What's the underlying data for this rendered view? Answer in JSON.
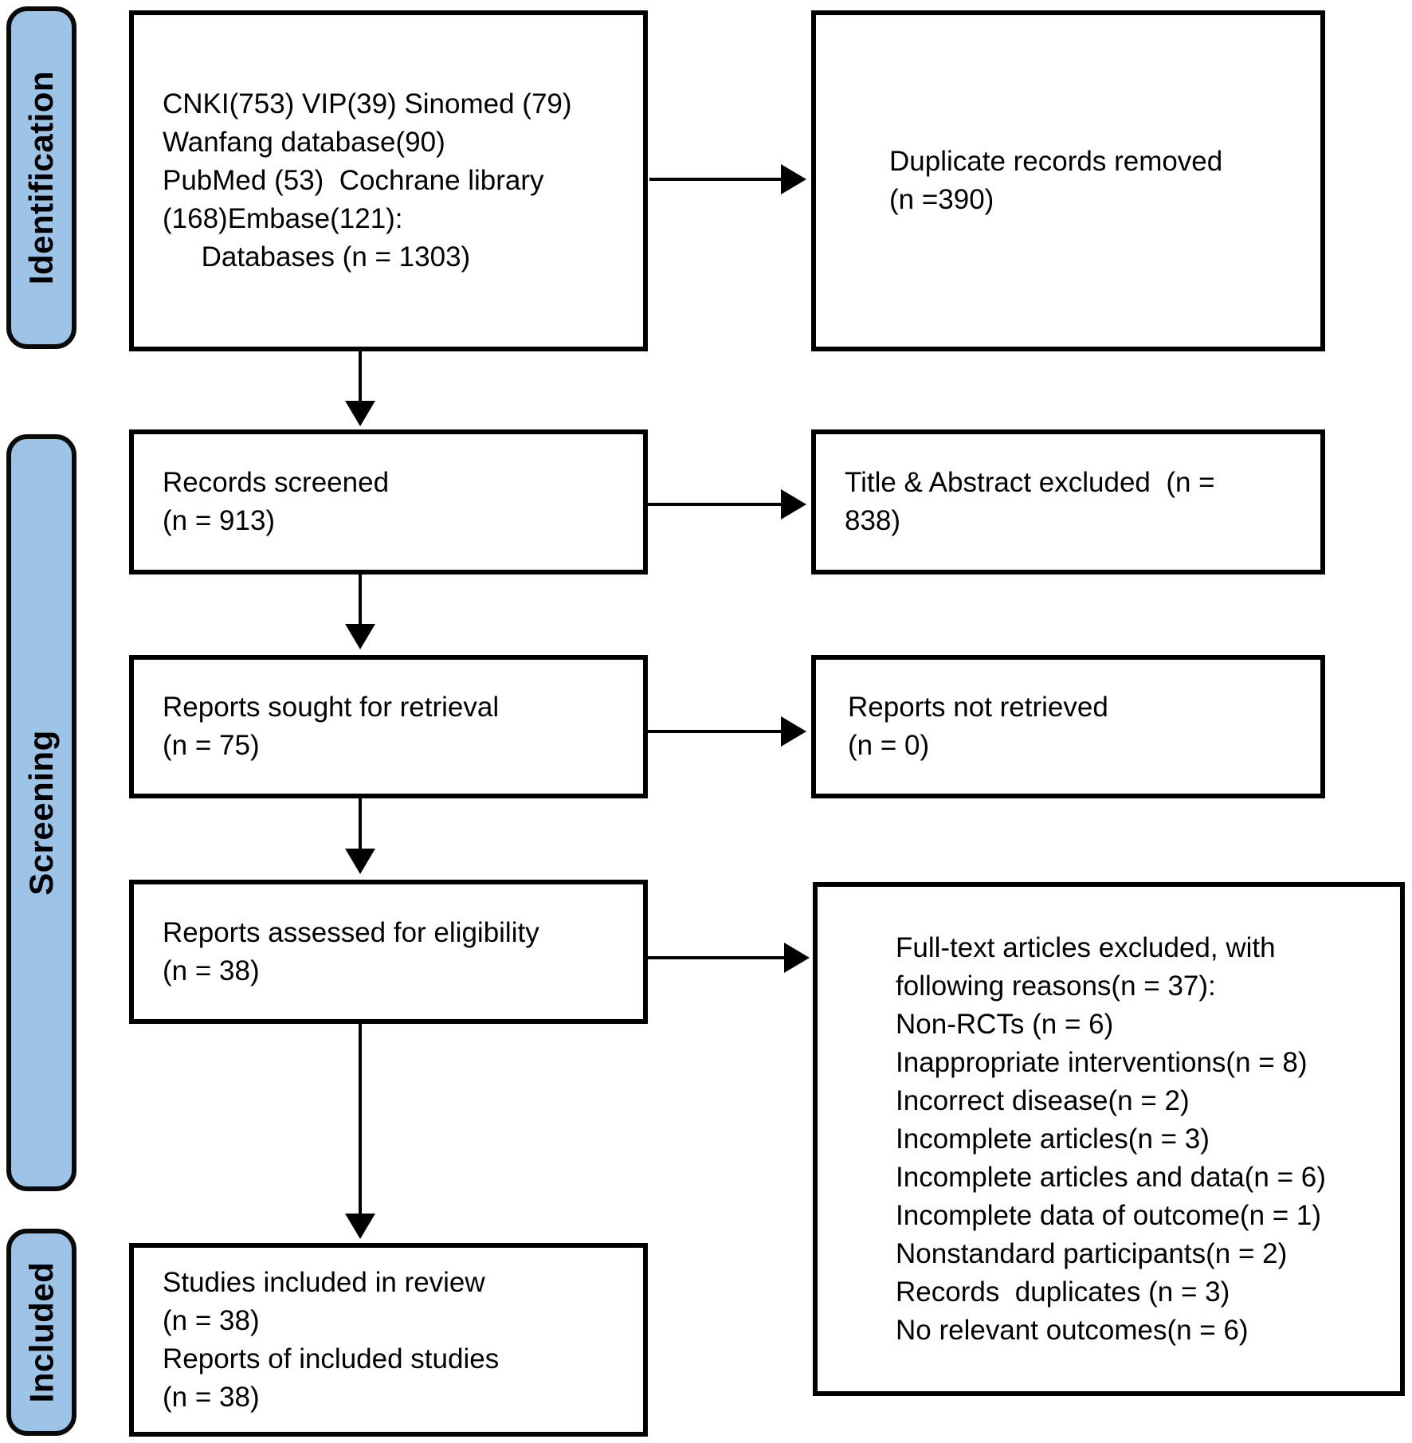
{
  "colors": {
    "stage_fill": "#9DC3E6",
    "stage_border": "#000000",
    "box_border": "#000000",
    "arrow": "#000000",
    "text": "#000000",
    "background": "#FFFFFF"
  },
  "stages": [
    {
      "id": "identification",
      "label": "Identification"
    },
    {
      "id": "screening",
      "label": "Screening"
    },
    {
      "id": "included",
      "label": "Included"
    }
  ],
  "boxes": {
    "databases": {
      "lines": [
        "CNKI(753) VIP(39) Sinomed (79)",
        "Wanfang database(90)",
        "PubMed (53)  Cochrane library",
        "(168)Embase(121):",
        "     Databases (n = 1303)"
      ]
    },
    "duplicates_removed": {
      "lines": [
        "Duplicate records removed",
        "(n =390)"
      ]
    },
    "records_screened": {
      "lines": [
        "Records screened",
        "(n = 913)"
      ]
    },
    "title_abstract_excluded": {
      "lines": [
        "Title & Abstract excluded  (n =",
        "838)"
      ]
    },
    "reports_sought": {
      "lines": [
        "Reports sought for retrieval",
        "(n = 75)"
      ]
    },
    "reports_not_retrieved": {
      "lines": [
        "Reports not retrieved",
        "(n = 0)"
      ]
    },
    "reports_assessed": {
      "lines": [
        "Reports assessed for eligibility",
        "(n = 38)"
      ]
    },
    "fulltext_excluded": {
      "lines": [
        "Full-text articles excluded, with",
        "following reasons(n = 37):",
        "Non-RCTs (n = 6)",
        "Inappropriate interventions(n = 8)",
        "Incorrect disease(n = 2)",
        "Incomplete articles(n = 3)",
        "Incomplete articles and data(n = 6)",
        "Incomplete data of outcome(n = 1)",
        "Nonstandard participants(n = 2)",
        "Records  duplicates (n = 3)",
        "No relevant outcomes(n = 6)"
      ]
    },
    "studies_included": {
      "lines": [
        "Studies included in review",
        "(n = 38)",
        "Reports of included studies",
        "(n = 38)"
      ]
    }
  }
}
